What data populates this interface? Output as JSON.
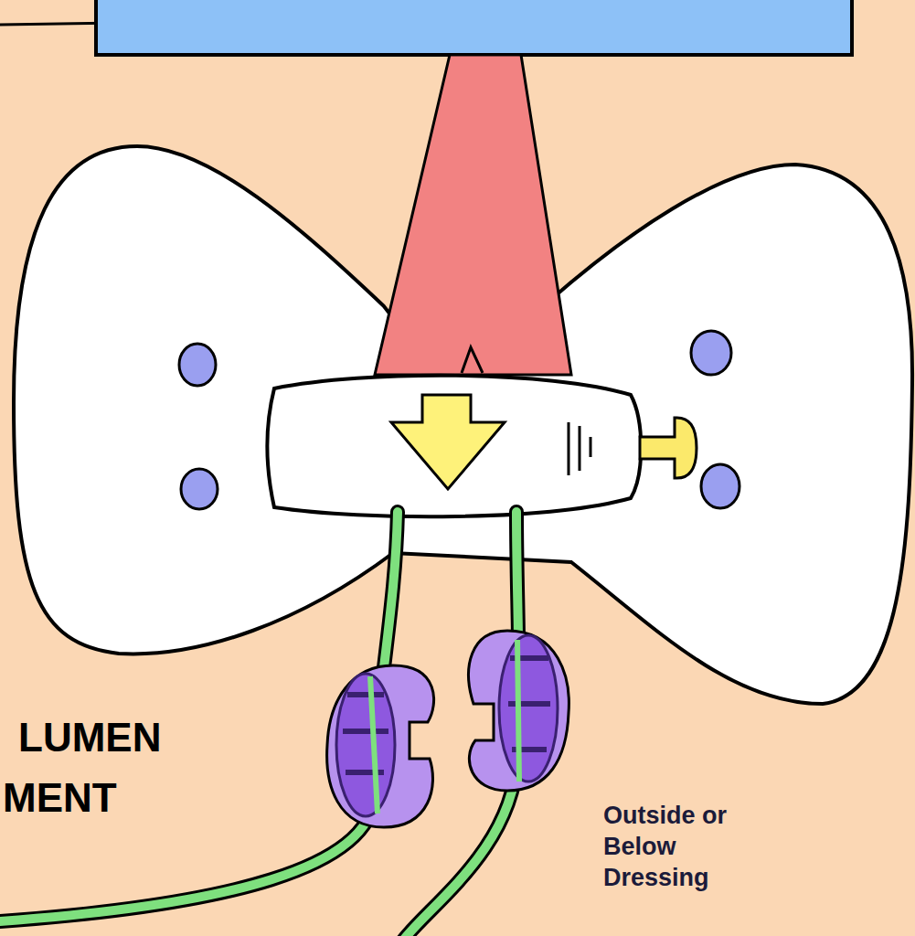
{
  "diagram": {
    "labels": [
      "LUMEN",
      "MENT",
      "Outside or Below Dressing"
    ]
  }
}
